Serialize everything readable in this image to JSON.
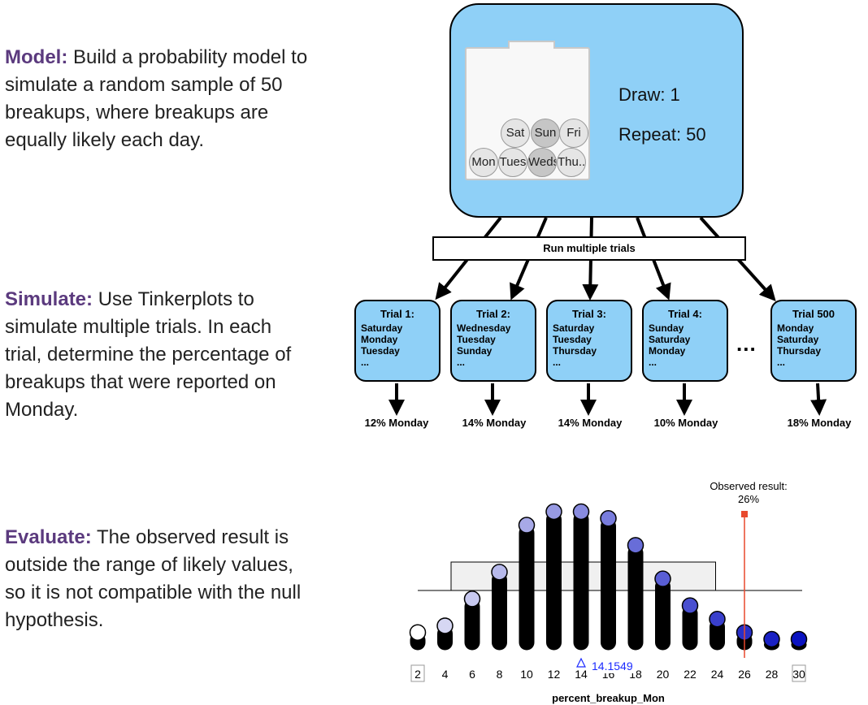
{
  "steps": {
    "model": {
      "heading": "Model:",
      "text": "Build a probability model to simulate a random sample of 50 breakups, where breakups are equally likely each day."
    },
    "simulate": {
      "heading": "Simulate:",
      "text": "Use Tinkerplots to simulate multiple trials. In each trial, determine the percentage of breakups that were reported on Monday."
    },
    "evaluate": {
      "heading": "Evaluate:",
      "text": "The observed result is outside the range of likely values, so it is not compatible with the null hypothesis."
    }
  },
  "sampler": {
    "balls": [
      "Sat",
      "Sun",
      "Fri",
      "Mon",
      "Tues",
      "Weds",
      "Thu.."
    ],
    "draw": "Draw: 1",
    "repeat": "Repeat: 50"
  },
  "run_label": "Run multiple trials",
  "trials": [
    {
      "title": "Trial 1:",
      "lines": [
        "Saturday",
        "Monday",
        "Tuesday",
        "..."
      ],
      "result": "12% Monday"
    },
    {
      "title": "Trial 2:",
      "lines": [
        "Wednesday",
        "Tuesday",
        "Sunday",
        "..."
      ],
      "result": "14% Monday"
    },
    {
      "title": "Trial 3:",
      "lines": [
        "Saturday",
        "Tuesday",
        "Thursday",
        "..."
      ],
      "result": "14% Monday"
    },
    {
      "title": "Trial 4:",
      "lines": [
        "Sunday",
        "Saturday",
        "Monday",
        "..."
      ],
      "result": "10% Monday"
    },
    {
      "title": "Trial 500",
      "lines": [
        "Monday",
        "Saturday",
        "Thursday",
        "..."
      ],
      "result": "18% Monday"
    }
  ],
  "ellipsis": "...",
  "chart_data": {
    "type": "bar",
    "xlabel": "percent_breakup_Mon",
    "x": [
      2,
      4,
      6,
      8,
      10,
      12,
      14,
      16,
      18,
      20,
      22,
      24,
      26,
      28,
      30
    ],
    "values": [
      1,
      2,
      6,
      10,
      17,
      19,
      19,
      18,
      14,
      9,
      5,
      3,
      1,
      0,
      0
    ],
    "tick_labels": [
      "2",
      "4",
      "6",
      "8",
      "10",
      "12",
      "14",
      "16",
      "18",
      "20",
      "22",
      "24",
      "26",
      "28",
      "30"
    ],
    "xlim": [
      2,
      30
    ],
    "mean_label": "14.1549",
    "likely_range": [
      6,
      24
    ],
    "observed_label": "Observed result:",
    "observed_value_label": "26%",
    "observed_x": 26,
    "colors": {
      "bar": "#000000",
      "marker_light": "#e6e6f7",
      "marker_dark": "#0a12c0",
      "observed": "#e8492d",
      "mean": "#1c2bff"
    }
  }
}
